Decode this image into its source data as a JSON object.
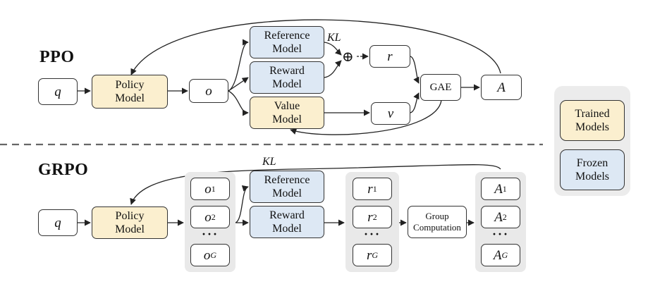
{
  "ppo": {
    "title": "PPO",
    "q": "q",
    "policy": "Policy\nModel",
    "o": "o",
    "reference": "Reference\nModel",
    "reward": "Reward\nModel",
    "value": "Value\nModel",
    "kl": "KL",
    "oplus": "⊕",
    "r": "r",
    "v": "v",
    "gae": "GAE",
    "a": "A"
  },
  "grpo": {
    "title": "GRPO",
    "kl": "KL",
    "q": "q",
    "policy": "Policy\nModel",
    "reference": "Reference\nModel",
    "reward": "Reward\nModel",
    "group": "Group\nComputation",
    "dots": "···"
  },
  "outputs": [
    {
      "base": "o",
      "sub": "1"
    },
    {
      "base": "o",
      "sub": "2"
    },
    {
      "base": "o",
      "sub": "G"
    }
  ],
  "rewards": [
    {
      "base": "r",
      "sub": "1"
    },
    {
      "base": "r",
      "sub": "2"
    },
    {
      "base": "r",
      "sub": "G"
    }
  ],
  "advantages": [
    {
      "base": "A",
      "sub": "1"
    },
    {
      "base": "A",
      "sub": "2"
    },
    {
      "base": "A",
      "sub": "G"
    }
  ],
  "legend": {
    "trained": "Trained\nModels",
    "frozen": "Frozen\nModels"
  },
  "colors": {
    "trained": "#fbefcf",
    "frozen": "#dde8f4",
    "group_bg": "#e9e9e9"
  }
}
